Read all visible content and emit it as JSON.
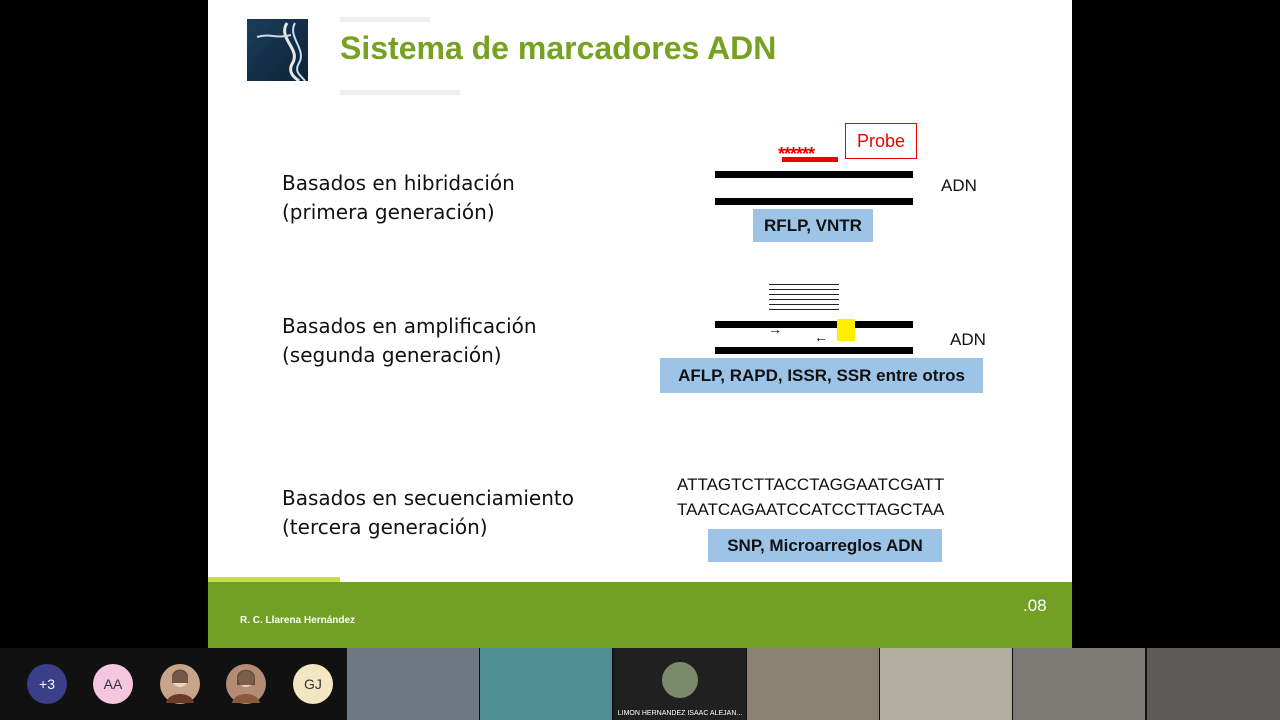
{
  "slide": {
    "title": "Sistema de marcadores ADN",
    "rows": [
      {
        "line1": "Basados en hibridación",
        "line2": "(primera generación)",
        "box": "RFLP, VNTR",
        "adn": "ADN"
      },
      {
        "line1": "Basados en amplificación",
        "line2": "(segunda generación)",
        "box": "AFLP, RAPD, ISSR, SSR entre otros",
        "adn": "ADN"
      },
      {
        "line1": "Basados en secuenciamiento",
        "line2": "(tercera generación)",
        "box": "SNP, Microarreglos ADN"
      }
    ],
    "probe": {
      "label": "Probe",
      "stars": "******"
    },
    "arrows": {
      "right": "→",
      "left": "←"
    },
    "sequence": {
      "line1": "ATTAGTCTTACCTAGGAATCGATT",
      "line2": "TAATCAGAATCCATCCTTAGCTAA"
    },
    "footer": {
      "author": "R. C. Llarena Hernández",
      "page": ".08"
    },
    "colors": {
      "title": "#76a121",
      "footer": "#72a024",
      "box": "#9dc3e6",
      "probe": "#e00000",
      "highlight": "#ffee00"
    }
  },
  "participants": {
    "avatars": [
      {
        "label": "+3",
        "bg": "#3b3f8a",
        "fg": "#ffffff"
      },
      {
        "label": "AA",
        "bg": "#f4c6e0",
        "fg": "#333333"
      },
      {
        "label": "",
        "bg": "#c8a48a",
        "icon": "user-photo-icon"
      },
      {
        "label": "",
        "bg": "#b48c74",
        "icon": "user-photo-icon"
      },
      {
        "label": "GJ",
        "bg": "#f3e6c2",
        "fg": "#333333"
      }
    ],
    "tiles": [
      {
        "name": "",
        "bg": "#6f7780"
      },
      {
        "name": "",
        "bg": "#4f8e92"
      },
      {
        "name": "LIMON HERNANDEZ ISAAC ALEJAN...",
        "bg": "#202020"
      },
      {
        "name": "",
        "bg": "#8a8372"
      },
      {
        "name": "",
        "bg": "#b3ada0"
      },
      {
        "name": "",
        "bg": "#7d7a75"
      },
      {
        "name": "",
        "bg": "#5e5a57"
      },
      {
        "name": "",
        "bg": "#8f9499"
      }
    ]
  }
}
